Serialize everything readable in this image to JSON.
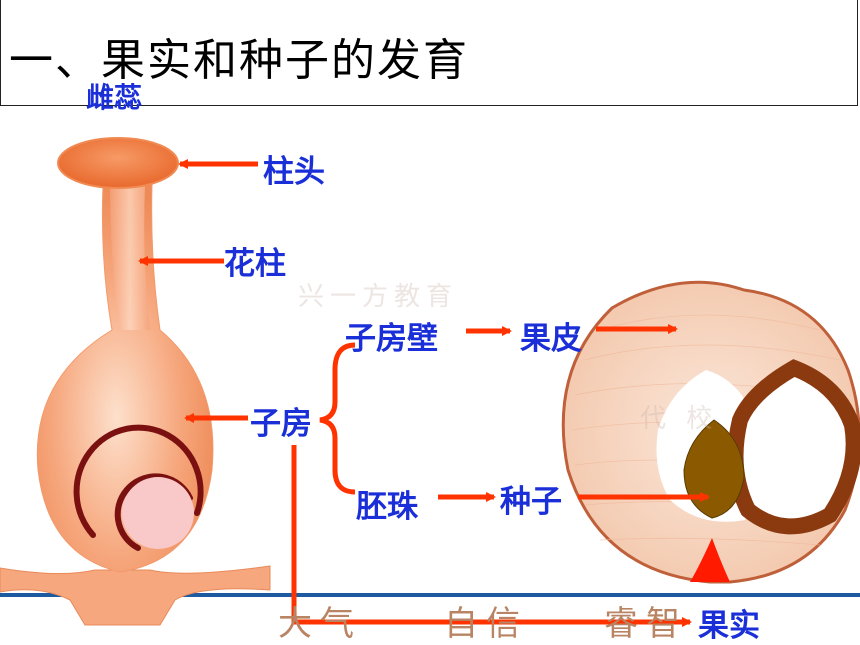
{
  "title": "一、果实和种子的发育",
  "labels": {
    "pistil": "雌蕊",
    "stigma": "柱头",
    "style": "花柱",
    "ovary": "子房",
    "ovary_wall": "子房壁",
    "ovule": "胚珠",
    "pericarp": "果皮",
    "seed": "种子",
    "fruit": "果实"
  },
  "watermarks": [
    "兴一方教育",
    "代 校"
  ],
  "footer_words": [
    "大气",
    "自信",
    "睿智"
  ],
  "colors": {
    "arrow": "#ff3300",
    "label": "#1a2fd8",
    "pistil": "#f6a77d",
    "stigma": "#f07a3c",
    "ovule_ring": "#7a1010",
    "ovule_core": "#f9c9c9",
    "fruit_flesh": "#f5d6c2",
    "fruit_outline": "#c0603a",
    "stone": "#8b3a10",
    "seed": "#8b5a00",
    "base_band": "#1e5aa0"
  }
}
